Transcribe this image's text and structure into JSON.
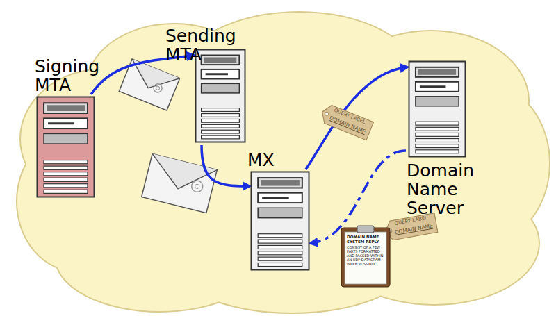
{
  "diagram": {
    "nodes": [
      {
        "text": [
          "Signing MTA"
        ]
      },
      {
        "text": [
          "Sending MTA"
        ]
      },
      {
        "text": [
          "MX"
        ]
      },
      {
        "text": [
          "Domain Name Server"
        ]
      }
    ],
    "edges": [
      {
        "from": 0,
        "to": 1,
        "arrow": "to"
      },
      {
        "from": 1,
        "to": 2,
        "arrow": "to"
      },
      {
        "from": 2,
        "to": 3,
        "arrow": "to"
      },
      {
        "from": 3,
        "to": 2,
        "arrow": "to"
      }
    ],
    "labels": [
      "QUERY LABEL",
      "DOMAIN NAME",
      "DOMAIN NAME SYSTEM REPLY",
      "CONSIST OF A FEW PARTS FORMATTED AND PACKED WITHIN AN UDP DATAGRAM WHEN POSSIBLE.",
      "QUERY LABEL",
      "DOMAIN NAME"
    ]
  }
}
